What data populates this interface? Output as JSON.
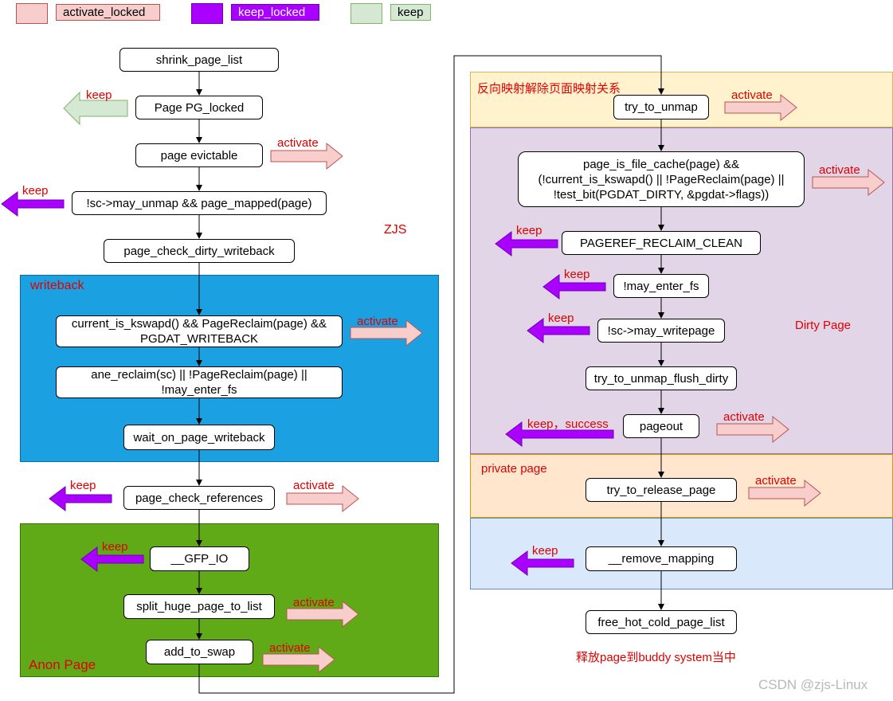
{
  "legend": {
    "activate_locked": "activate_locked",
    "keep_locked": "keep_locked",
    "keep": "keep"
  },
  "colors": {
    "activate_fill": "#f8cecc",
    "activate_stroke": "#b85450",
    "keep_locked_fill": "#aa00ff",
    "keep_fill": "#d5e8d4",
    "keep_stroke": "#82b366",
    "writeback_bg": "#1ba1e2",
    "anon_bg": "#60a917",
    "unmap_bg": "#fff2cc",
    "dirty_bg": "#e1d5e7",
    "private_bg": "#ffe6cc",
    "mapping_bg": "#dae8fc",
    "label_red": "#e00000"
  },
  "panels": {
    "writeback": "writeback",
    "anon": "Anon Page",
    "unmap": "反向映射解除页面映射关系",
    "dirty": "Dirty Page",
    "private": "private page"
  },
  "watermark": "ZJS",
  "footer_note": "释放page到buddy system当中",
  "credit": "CSDN @zjs-Linux",
  "nodes": {
    "shrink_page_list": "shrink_page_list",
    "page_pg_locked": "Page  PG_locked",
    "page_evictable": "page  evictable",
    "may_unmap": "!sc->may_unmap && page_mapped(page)",
    "check_dirty_writeback": "page_check_dirty_writeback",
    "kswapd_writeback": "current_is_kswapd() && PageReclaim(page) &&\nPGDAT_WRITEBACK",
    "ane_reclaim": "ane_reclaim(sc) || !PageReclaim(page) ||\n!may_enter_fs",
    "wait_on_page_writeback": "wait_on_page_writeback",
    "page_check_references": "page_check_references",
    "gfp_io": "__GFP_IO",
    "split_huge_page": "split_huge_page_to_list",
    "add_to_swap": "add_to_swap",
    "try_to_unmap": "try_to_unmap",
    "file_cache": "page_is_file_cache(page) &&\n(!current_is_kswapd() || !PageReclaim(page) ||\n!test_bit(PGDAT_DIRTY, &pgdat->flags))",
    "pageref_reclaim_clean": "PAGEREF_RECLAIM_CLEAN",
    "may_enter_fs": "!may_enter_fs",
    "may_writepage": "!sc->may_writepage",
    "unmap_flush_dirty": "try_to_unmap_flush_dirty",
    "pageout": "pageout",
    "try_to_release_page": "try_to_release_page",
    "remove_mapping": "__remove_mapping",
    "free_hot_cold": "free_hot_cold_page_list"
  },
  "arrow_labels": {
    "keep": "keep",
    "activate": "activate",
    "keep_success": "keep，success"
  }
}
